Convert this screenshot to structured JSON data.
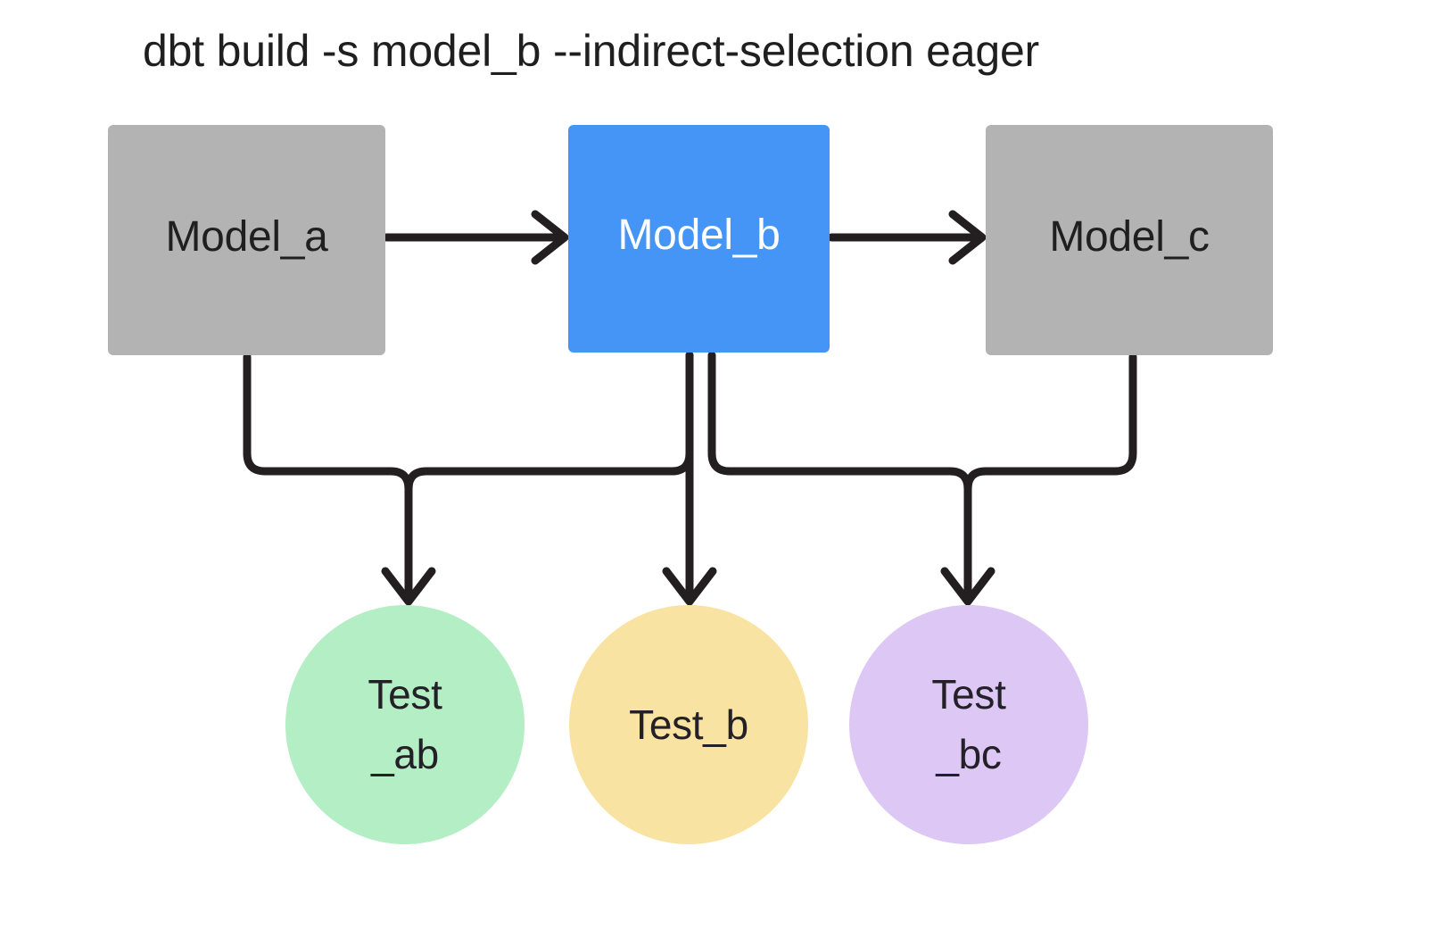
{
  "title": "dbt build -s model_b --indirect-selection eager",
  "colors": {
    "background": "#ffffff",
    "model_default": "#b3b3b3",
    "model_selected": "#4495f6",
    "test_ab": "#b3eec4",
    "test_b": "#f9e3a2",
    "test_bc": "#ddc7f4",
    "edge": "#231f20",
    "text_dark": "#1f1f1f",
    "text_light": "#ffffff"
  },
  "nodes": {
    "models": [
      {
        "id": "model_a",
        "label": "Model_a",
        "shape": "rect",
        "fill": "#b3b3b3",
        "selected": false
      },
      {
        "id": "model_b",
        "label": "Model_b",
        "shape": "rect",
        "fill": "#4495f6",
        "selected": true
      },
      {
        "id": "model_c",
        "label": "Model_c",
        "shape": "rect",
        "fill": "#b3b3b3",
        "selected": false
      }
    ],
    "tests": [
      {
        "id": "test_ab",
        "label": "Test\n_ab",
        "shape": "circle",
        "fill": "#b3eec4"
      },
      {
        "id": "test_b",
        "label": "Test_b",
        "shape": "circle",
        "fill": "#f9e3a2"
      },
      {
        "id": "test_bc",
        "label": "Test\n_bc",
        "shape": "circle",
        "fill": "#ddc7f4"
      }
    ]
  },
  "edges": [
    {
      "from": "model_a",
      "to": "model_b",
      "kind": "arrow-right"
    },
    {
      "from": "model_b",
      "to": "model_c",
      "kind": "arrow-right"
    },
    {
      "from": "model_a",
      "to": "test_ab",
      "kind": "elbow-down"
    },
    {
      "from": "model_b",
      "to": "test_ab",
      "kind": "elbow-down"
    },
    {
      "from": "model_b",
      "to": "test_b",
      "kind": "straight-down"
    },
    {
      "from": "model_b",
      "to": "test_bc",
      "kind": "elbow-down"
    },
    {
      "from": "model_c",
      "to": "test_bc",
      "kind": "elbow-down"
    }
  ]
}
